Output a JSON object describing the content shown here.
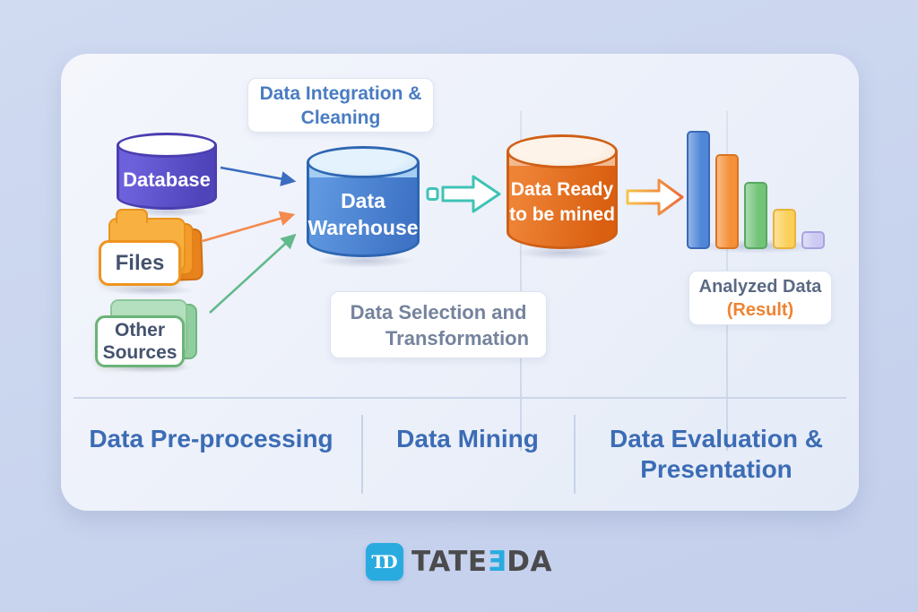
{
  "palette": {
    "background": "#c9d4ee",
    "card": "#eef2fa",
    "stage_text": "#3c6cb5",
    "database_purple": "#5a4fc6",
    "warehouse_blue": "#4a86d8",
    "mined_orange": "#e8712a",
    "files_orange": "#ee941f",
    "other_green": "#6ab478",
    "teal_arrow": "#3fc3b5",
    "result_accent": "#ee8332",
    "logo_cyan": "#2aabdf"
  },
  "diagram": {
    "annotations": {
      "integration": {
        "line1": "Data Integration &",
        "line2": "Cleaning"
      },
      "selection": {
        "line1": "Data Selection and",
        "line2": "Transformation"
      }
    },
    "sources": {
      "database": {
        "label": "Database"
      },
      "files": {
        "label": "Files"
      },
      "other": {
        "line1": "Other",
        "line2": "Sources"
      }
    },
    "warehouse": {
      "line1": "Data",
      "line2": "Warehouse"
    },
    "mined": {
      "line1": "Data Ready",
      "line2": "to be mined"
    },
    "result_box": {
      "title": "Analyzed Data",
      "subtitle": "(Result)"
    }
  },
  "chart_data": {
    "type": "bar",
    "title": "Analyzed Data (Result)",
    "categories": [
      "",
      "",
      "",
      "",
      ""
    ],
    "values": [
      100,
      80,
      57,
      34,
      15
    ],
    "colors": [
      "#4f86d8",
      "#f59038",
      "#72c478",
      "#fbd05a",
      "#cdc9f2"
    ],
    "border_colors": [
      "#3a69b8",
      "#d97420",
      "#57a95f",
      "#e8b23c",
      "#a8a2e2"
    ],
    "ylim": [
      0,
      100
    ],
    "grid": false,
    "legend": false
  },
  "footer": {
    "stages": [
      {
        "label": "Data Pre-processing"
      },
      {
        "label": "Data Mining"
      },
      {
        "line1": "Data Evaluation &",
        "line2": "Presentation"
      }
    ]
  },
  "logo": {
    "monogram": "TD",
    "parts": [
      "TATE",
      "Ǝ",
      "DA"
    ]
  }
}
